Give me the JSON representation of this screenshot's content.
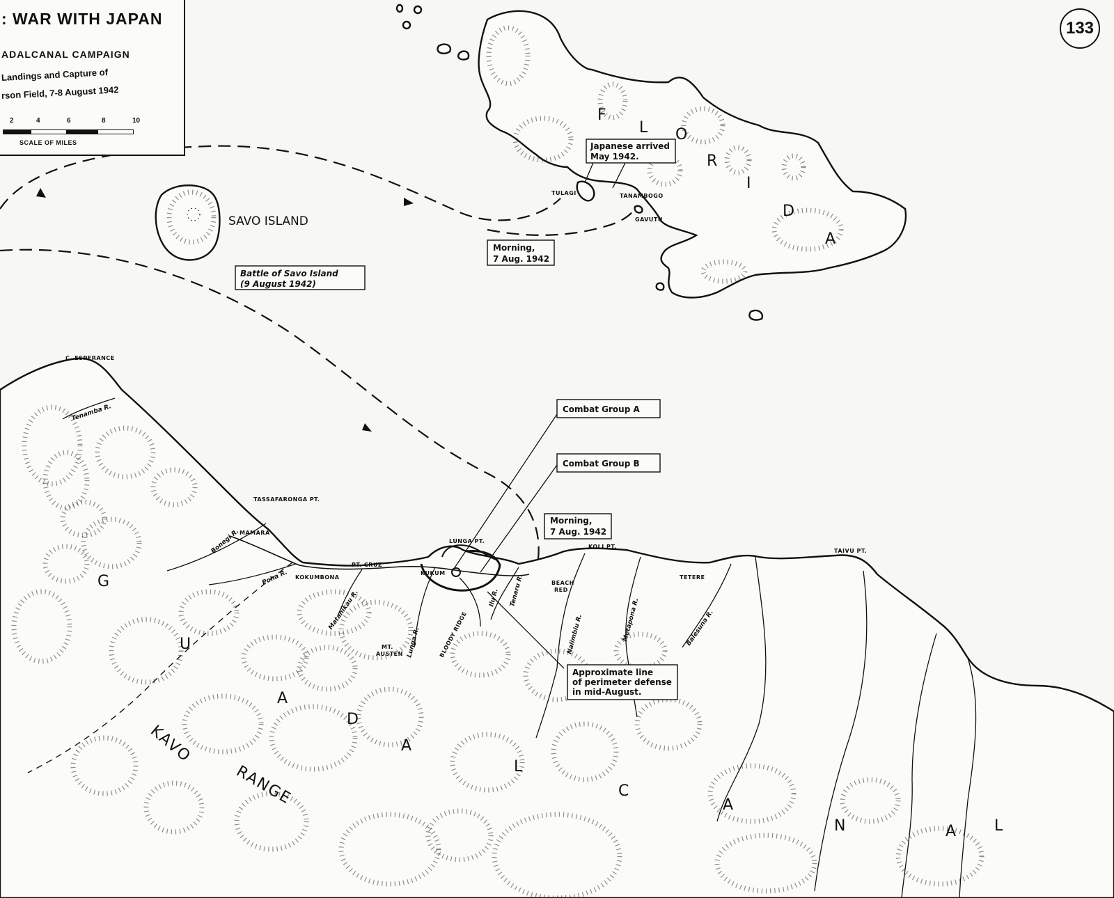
{
  "map_number": "133",
  "title_block": {
    "title": ": WAR WITH JAPAN",
    "campaign": "ADALCANAL CAMPAIGN",
    "subtitle_1": "Landings and Capture of",
    "subtitle_2": "rson Field, 7-8 August 1942",
    "scale_ticks": [
      "2",
      "4",
      "6",
      "8",
      "10"
    ],
    "scale_label": "SCALE OF MILES"
  },
  "islands": {
    "savo": "SAVO ISLAND",
    "florida_letters": [
      "F",
      "L",
      "O",
      "R",
      "I",
      "D",
      "A"
    ],
    "guadalcanal_letters": [
      "G",
      "U",
      "A",
      "D",
      "A",
      "L",
      "C",
      "A",
      "N",
      "A",
      "L"
    ]
  },
  "places": {
    "tulagi": "TULAGI",
    "tanambogo": "TANAMBOGO",
    "gavutu": "GAVUTU",
    "c_esperance": "C. ESPERANCE",
    "tassafaronga": "TASSAFARONGA PT.",
    "mamara": "MAMARA",
    "kokumbona": "KOKUMBONA",
    "pt_cruz": "PT. CRUZ",
    "lunga_pt": "LUNGA PT.",
    "kukum": "KUKUM",
    "koli_pt": "KOLI PT.",
    "tetere": "TETERE",
    "taivu_pt": "TAIVU PT.",
    "beach_red_1": "BEACH",
    "beach_red_2": "RED",
    "mt_austen_1": "MT.",
    "mt_austen_2": "AUSTEN",
    "bloody_ridge": "BLOODY RIDGE",
    "kavo_range_1": "KAVO",
    "kavo_range_2": "RANGE"
  },
  "rivers": {
    "tenamba": "Tenamba R.",
    "bonegi": "Bonegi R.",
    "poha": "Poha R.",
    "matanikau": "Matanikau R.",
    "lunga": "Lunga R.",
    "ilu": "Ilu R.",
    "tenaru": "Tenaru R.",
    "nalimbiu": "Nalimbiu R.",
    "metapona": "Metapona R.",
    "balesuna": "Balesuna R."
  },
  "callouts": {
    "japanese_arrived_1": "Japanese arrived",
    "japanese_arrived_2": "May 1942.",
    "morning_north_1": "Morning,",
    "morning_north_2": "7 Aug. 1942",
    "battle_1": "Battle of Savo Island",
    "battle_2": "(9 August 1942)",
    "combat_a": "Combat Group A",
    "combat_b": "Combat Group B",
    "morning_south_1": "Morning,",
    "morning_south_2": "7 Aug. 1942",
    "perimeter_1": "Approximate line",
    "perimeter_2": "of perimeter defense",
    "perimeter_3": "in mid-August."
  }
}
